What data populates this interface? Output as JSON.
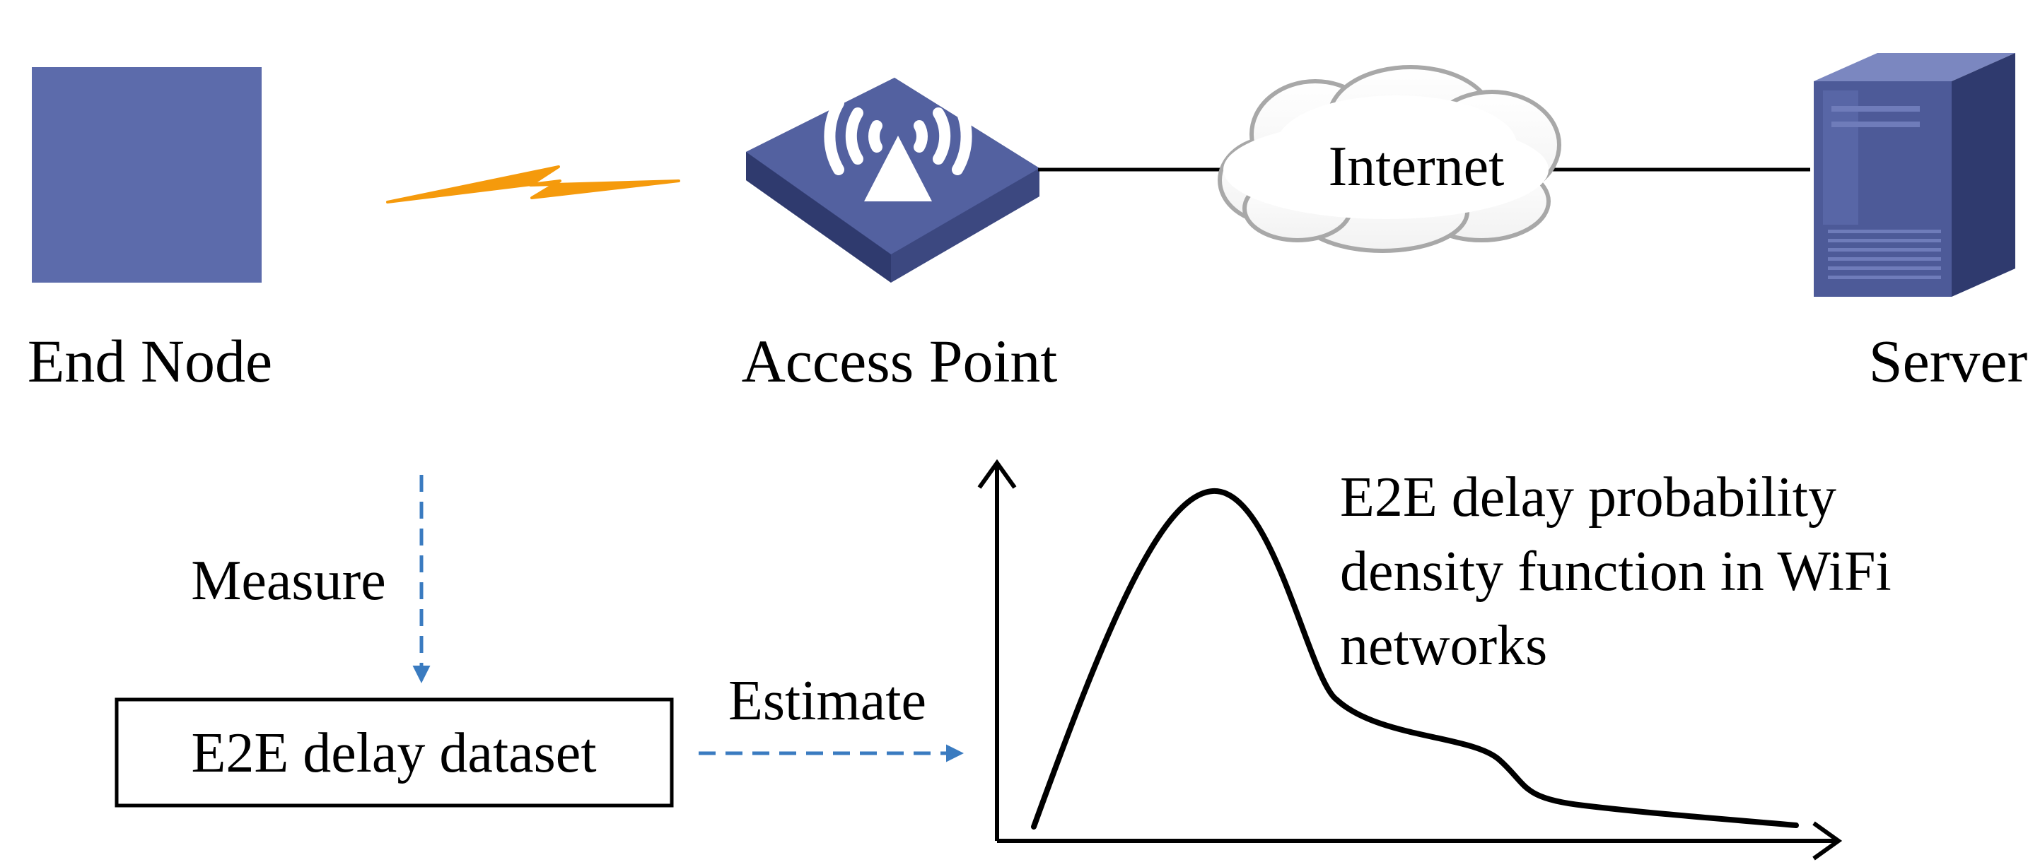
{
  "nodes": {
    "end_node": "End Node",
    "access_point": "Access Point",
    "internet": "Internet",
    "server": "Server"
  },
  "flow": {
    "measure": "Measure",
    "dataset": "E2E delay dataset",
    "estimate": "Estimate"
  },
  "pdf_caption": {
    "line1": "E2E delay probability",
    "line2": "density function in WiFi",
    "line3": "networks"
  },
  "colors": {
    "end_node": "#5c6bab",
    "ap_top": "#5361a0",
    "ap_side": "#3c4880",
    "wireless_link": "#f59a0c",
    "dashed_arrow": "#3a7bc0",
    "server_front": "#4d5a98",
    "server_side": "#2f3a6e"
  },
  "icons": {
    "wireless_link": "lightning-bolt-icon",
    "access_point": "wifi-access-point-icon",
    "internet": "cloud-icon",
    "server": "server-tower-icon"
  }
}
